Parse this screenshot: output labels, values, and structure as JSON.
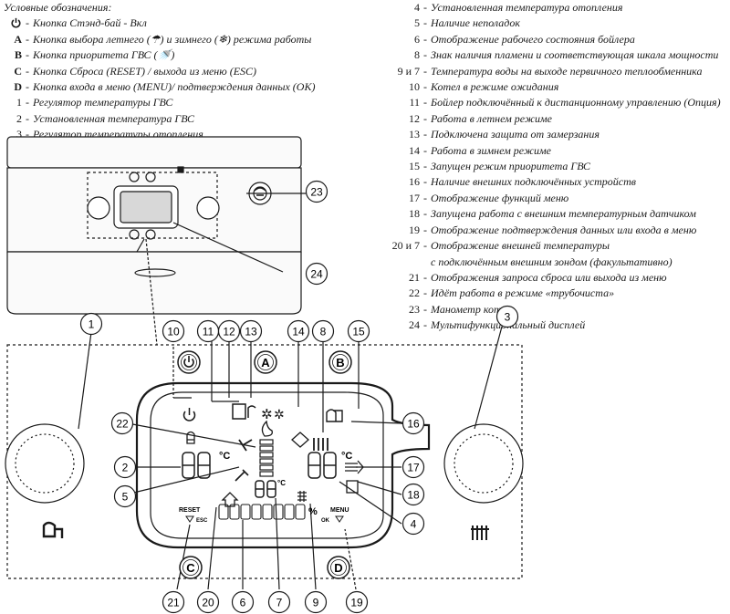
{
  "legend_title": "Условные обозначения:",
  "legend_left": [
    {
      "key": "",
      "icon": "power-icon",
      "text": "Кнопка Стэнд-бай - Вкл"
    },
    {
      "key": "A",
      "text": "Кнопка выбора летнего (☂) и зимнего (❄) режима работы"
    },
    {
      "key": "B",
      "text": "Кнопка приоритета ГВС (🚿)"
    },
    {
      "key": "C",
      "text": "Кнопка Сброса (RESET) / выхода из меню (ESC)"
    },
    {
      "key": "D",
      "text": "Кнопка входа в меню (MENU)/ подтверждения данных (OK)"
    },
    {
      "key": "1",
      "text": "Регулятор температуры ГВС"
    },
    {
      "key": "2",
      "text": "Установленная температура ГВС"
    },
    {
      "key": "3",
      "text": "Регулятор температуры отопления"
    }
  ],
  "legend_right": [
    {
      "key": "4",
      "text": "Установленная температура отопления"
    },
    {
      "key": "5",
      "text": "Наличие неполадок"
    },
    {
      "key": "6",
      "text": "Отображение рабочего состояния бойлера"
    },
    {
      "key": "8",
      "text": "Знак наличия пламени и соответствующая шкала мощности"
    },
    {
      "key": "9 и 7",
      "text": "Температура воды на выходе первичного теплообменника"
    },
    {
      "key": "10",
      "text": "Котел в режиме ожидания"
    },
    {
      "key": "11",
      "text": "Бойлер подключённый к дистанционному управлению (Опция)"
    },
    {
      "key": "12",
      "text": "Работа в летнем режиме"
    },
    {
      "key": "13",
      "text": "Подключена защита от замерзания"
    },
    {
      "key": "14",
      "text": "Работа в зимнем режиме"
    },
    {
      "key": "15",
      "text": "Запущен режим приоритета ГВС"
    },
    {
      "key": "16",
      "text": "Наличие внешних подключённых устройств"
    },
    {
      "key": "17",
      "text": "Отображение функций меню"
    },
    {
      "key": "18",
      "text": "Запущена работа с внешним температурным датчиком"
    },
    {
      "key": "19",
      "text": "Отображение подтверждения данных или входа в меню"
    },
    {
      "key": "20 и 7",
      "text": "Отображение внешней температуры"
    },
    {
      "key": "",
      "text": "с подключённым внешним зондом (факультативно)"
    },
    {
      "key": "21",
      "text": "Отображения запроса сброса или выхода из меню"
    },
    {
      "key": "22",
      "text": "Идёт работа в режиме «трубочиста»"
    },
    {
      "key": "23",
      "text": "Манометр котла"
    },
    {
      "key": "24",
      "text": "Мультифункциональный дисплей"
    }
  ],
  "display": {
    "left_digits": "88",
    "right_digits": "88",
    "center_digits": "8.8",
    "long_digits": "88888888",
    "deg_c": "°C",
    "percent": "%",
    "reset_label": "RESET",
    "esc_label": "ESC",
    "menu_label": "MENU",
    "ok_label": "OK"
  },
  "buttons": {
    "a": "A",
    "b": "B",
    "c": "C",
    "d": "D"
  },
  "callouts": [
    "1",
    "2",
    "3",
    "4",
    "5",
    "6",
    "7",
    "8",
    "9",
    "10",
    "11",
    "12",
    "13",
    "14",
    "15",
    "16",
    "17",
    "18",
    "19",
    "20",
    "21",
    "22",
    "23",
    "24"
  ],
  "colors": {
    "ink": "#1a1a1a",
    "panel": "#f6f6f6"
  }
}
